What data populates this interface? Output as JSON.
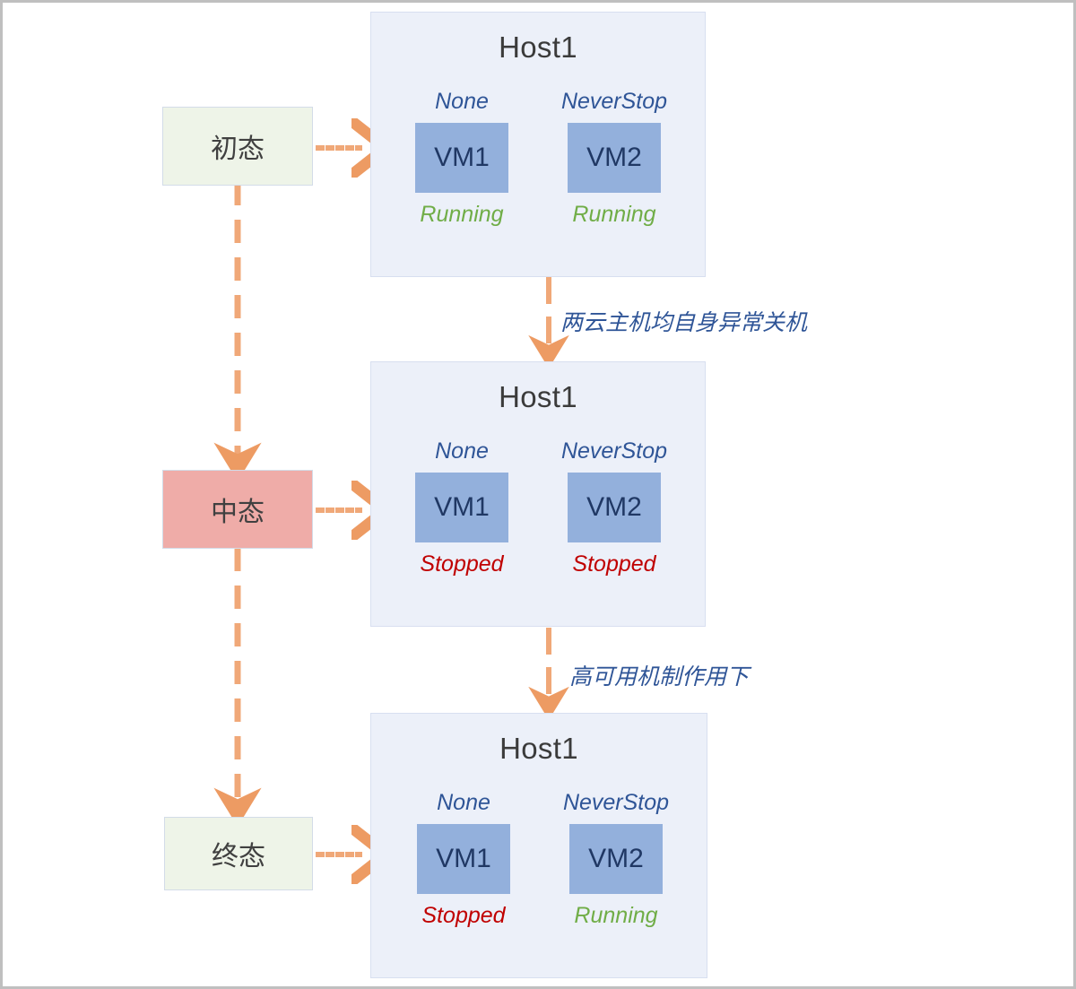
{
  "diagram": {
    "title": "VM high-availability state transition",
    "colors": {
      "host_bg": "#ecf0f9",
      "host_border": "#d8dff0",
      "vm_fill": "#93b0dc",
      "vm_text": "#203864",
      "running": "#70ad47",
      "stopped": "#c00000",
      "arrow": "#ed9b63",
      "label_text": "#2f5597",
      "phase_initial_bg": "#eef4e8",
      "phase_middle_bg": "#efaca8",
      "phase_final_bg": "#eef4e8"
    }
  },
  "phases": [
    {
      "id": "initial",
      "label": "初态"
    },
    {
      "id": "middle",
      "label": "中态"
    },
    {
      "id": "final",
      "label": "终态"
    }
  ],
  "hosts": [
    {
      "id": "host-stage-1",
      "title": "Host1",
      "vms": [
        {
          "name": "VM1",
          "policy": "None",
          "state": "Running",
          "state_kind": "running"
        },
        {
          "name": "VM2",
          "policy": "NeverStop",
          "state": "Running",
          "state_kind": "running"
        }
      ]
    },
    {
      "id": "host-stage-2",
      "title": "Host1",
      "vms": [
        {
          "name": "VM1",
          "policy": "None",
          "state": "Stopped",
          "state_kind": "stopped"
        },
        {
          "name": "VM2",
          "policy": "NeverStop",
          "state": "Stopped",
          "state_kind": "stopped"
        }
      ]
    },
    {
      "id": "host-stage-3",
      "title": "Host1",
      "vms": [
        {
          "name": "VM1",
          "policy": "None",
          "state": "Stopped",
          "state_kind": "stopped"
        },
        {
          "name": "VM2",
          "policy": "NeverStop",
          "state": "Running",
          "state_kind": "running"
        }
      ]
    }
  ],
  "transitions": [
    {
      "id": "t1",
      "label": "两云主机均自身异常关机"
    },
    {
      "id": "t2",
      "label": "高可用机制作用下"
    }
  ]
}
